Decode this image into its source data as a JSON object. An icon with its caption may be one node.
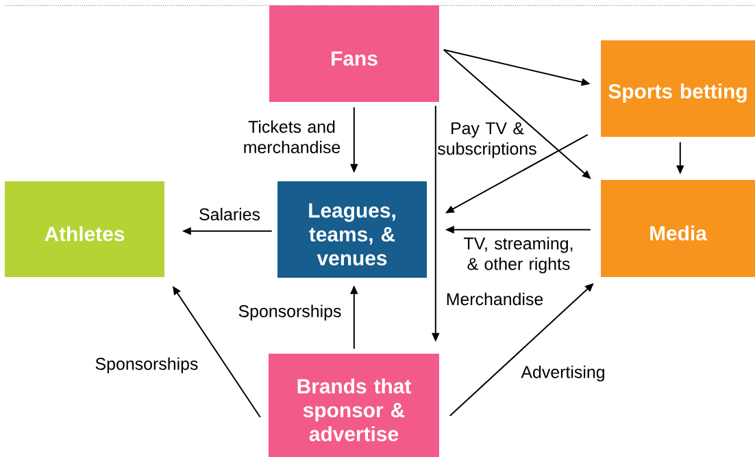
{
  "diagram": {
    "nodes": [
      {
        "text": [
          "Fans"
        ]
      },
      {
        "text": [
          "Sports betting"
        ]
      },
      {
        "text": [
          "Athletes"
        ]
      },
      {
        "text": [
          "Leagues, teams, & venues"
        ]
      },
      {
        "text": [
          "Media"
        ]
      },
      {
        "text": [
          "Brands that sponsor & advertise"
        ]
      }
    ],
    "edges": [
      {
        "from": 0,
        "to": 1,
        "arrow": "to"
      },
      {
        "from": 0,
        "to": 4,
        "label": "Pay TV & subscriptions",
        "arrow": "to"
      },
      {
        "from": 0,
        "to": 3,
        "label": "Tickets and merchandise",
        "arrow": "to"
      },
      {
        "from": 0,
        "to": 5,
        "label": "Merchandise",
        "arrow": "to"
      },
      {
        "from": 1,
        "to": 4,
        "arrow": "to"
      },
      {
        "from": 1,
        "to": 3,
        "arrow": "to"
      },
      {
        "from": 4,
        "to": 3,
        "label": "TV, streaming, & other rights",
        "arrow": "to"
      },
      {
        "from": 3,
        "to": 2,
        "label": "Salaries",
        "arrow": "to"
      },
      {
        "from": 5,
        "to": 3,
        "label": "Sponsorships",
        "arrow": "to"
      },
      {
        "from": 5,
        "to": 2,
        "label": "Sponsorships",
        "arrow": "to"
      },
      {
        "from": 5,
        "to": 4,
        "label": "Advertising",
        "arrow": "to"
      }
    ]
  }
}
